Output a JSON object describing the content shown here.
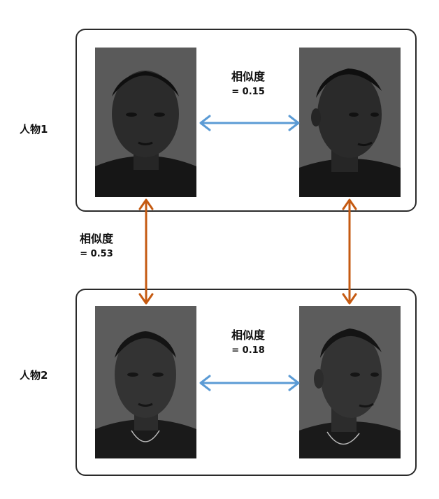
{
  "person1": {
    "label": "人物1",
    "similarity_label": "相似度",
    "similarity_value": "= 0.15"
  },
  "person2": {
    "label": "人物2",
    "similarity_label": "相似度",
    "similarity_value": "= 0.18"
  },
  "cross": {
    "similarity_label": "相似度",
    "similarity_value": "= 0.53"
  },
  "colors": {
    "within_arrow": "#5b9bd5",
    "cross_arrow": "#c55a11",
    "panel_border": "#2a2a2a"
  }
}
